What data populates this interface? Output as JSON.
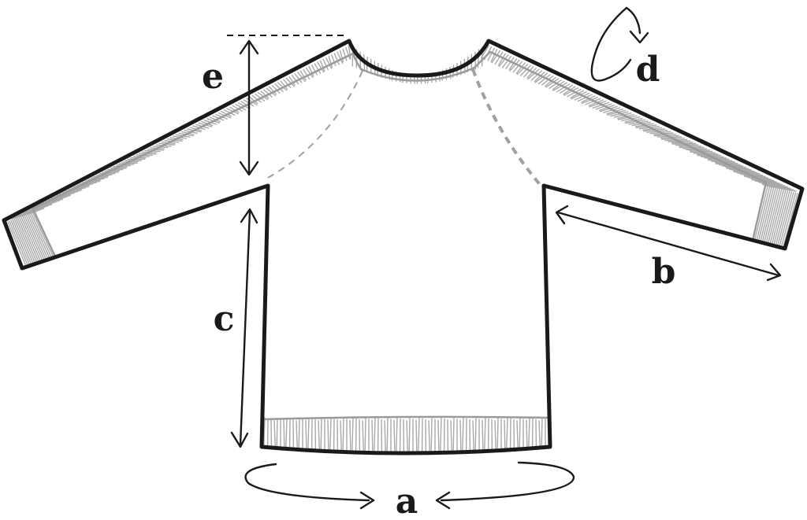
{
  "diagram": {
    "labels": {
      "a": "a",
      "b": "b",
      "c": "c",
      "d": "d",
      "e": "e"
    }
  }
}
